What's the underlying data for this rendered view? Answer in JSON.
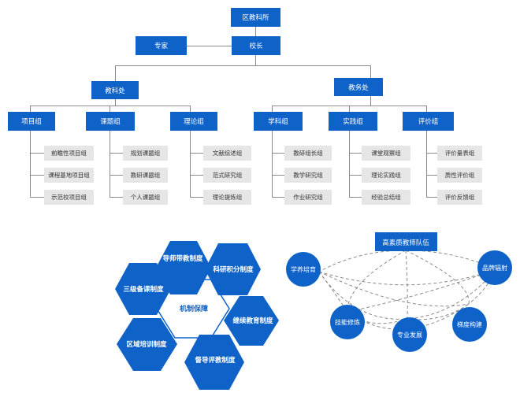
{
  "org": {
    "top": "区教科所",
    "expert": "专家",
    "principal": "校长",
    "dept_left": "教科处",
    "dept_right": "教务处",
    "groups": [
      {
        "label": "项目组",
        "items": [
          "前瞻性项目组",
          "课程基地项目组",
          "示范校项目组"
        ]
      },
      {
        "label": "课题组",
        "items": [
          "规划课题组",
          "教研课题组",
          "个人课题组"
        ]
      },
      {
        "label": "理论组",
        "items": [
          "文献综述组",
          "范式研究组",
          "理论提炼组"
        ]
      },
      {
        "label": "学科组",
        "items": [
          "教研组长组",
          "教学研究组",
          "作业研究组"
        ]
      },
      {
        "label": "实践组",
        "items": [
          "课堂观察组",
          "理论实践组",
          "经验总结组"
        ]
      },
      {
        "label": "评价组",
        "items": [
          "评价量表组",
          "质性评价组",
          "评价反馈组"
        ]
      }
    ]
  },
  "mechanism": {
    "center": "机制保障",
    "hexes": [
      "导师带教制度",
      "科研积分制度",
      "继续教育制度",
      "督导评教制度",
      "区域培训制度",
      "三级备课制度"
    ]
  },
  "team": {
    "title": "高素质教师队伍",
    "nodes": [
      "学养培育",
      "品牌辐射",
      "技能修炼",
      "专业发展",
      "梯度构建"
    ]
  },
  "colors": {
    "primary": "#0f63c8",
    "gray_box": "#e6e6e6",
    "line": "#8a8a8a"
  }
}
